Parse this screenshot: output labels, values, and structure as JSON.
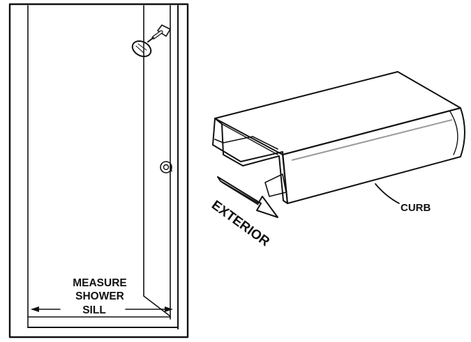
{
  "labels": {
    "measure_line1": "MEASURE",
    "measure_line2": "SHOWER",
    "measure_line3": "SILL",
    "curb": "CURB",
    "exterior": "EXTERIOR"
  },
  "colors": {
    "line": "#111111",
    "background": "#ffffff",
    "highlight": "#9a9a9a"
  }
}
